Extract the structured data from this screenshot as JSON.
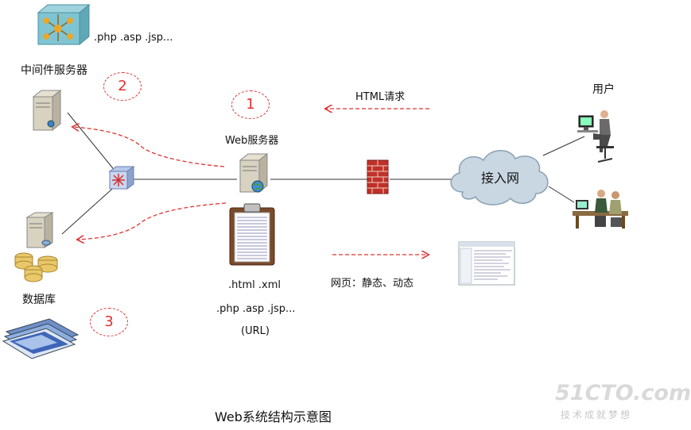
{
  "labels": {
    "middleware_ext": ".php  .asp .jsp...",
    "middleware_server": "中间件服务器",
    "web_server": "Web服务器",
    "html_request": "HTML请求",
    "user": "用户",
    "access_network": "接入网",
    "database": "数据库",
    "webpage": "网页：静态、动态",
    "file_ext_1": ".html  .xml",
    "file_ext_2": ".php  .asp .jsp...",
    "file_ext_3": "(URL)",
    "caption": "Web系统结构示意图"
  },
  "markers": [
    "1",
    "2",
    "3"
  ],
  "watermark": {
    "brand": "51CTO.com",
    "slogan": "技术成就梦想"
  },
  "colors": {
    "dashed_arrow": "#e03030",
    "line": "#333333",
    "cloud": "#c9d7e2"
  }
}
